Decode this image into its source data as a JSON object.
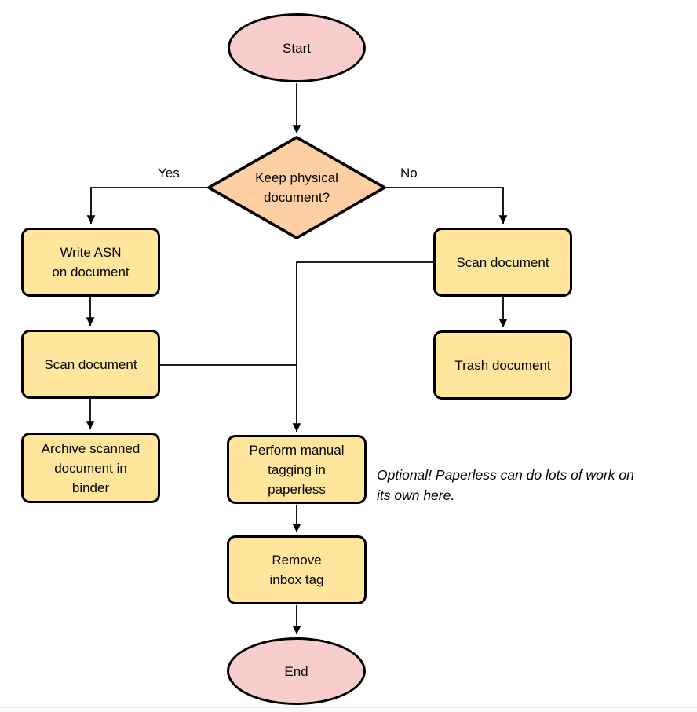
{
  "nodes": {
    "start": {
      "label": "Start",
      "type": "terminal"
    },
    "decision": {
      "label": "Keep physical\ndocument?",
      "type": "decision"
    },
    "write_asn": {
      "label": "Write ASN\non document",
      "type": "process"
    },
    "scan_left": {
      "label": "Scan document",
      "type": "process"
    },
    "archive": {
      "label": "Archive scanned\ndocument in\nbinder",
      "type": "process"
    },
    "scan_right": {
      "label": "Scan document",
      "type": "process"
    },
    "trash": {
      "label": "Trash document",
      "type": "process"
    },
    "tagging": {
      "label": "Perform manual\ntagging in\npaperless",
      "type": "process"
    },
    "remove_inbox": {
      "label": "Remove\ninbox tag",
      "type": "process"
    },
    "end": {
      "label": "End",
      "type": "terminal"
    }
  },
  "edge_labels": {
    "yes": "Yes",
    "no": "No"
  },
  "annotation": {
    "text": "Optional! Paperless can do lots of work on\nits own here."
  },
  "colors": {
    "terminal_fill": "#F8CECC",
    "decision_fill": "#FFCFA4",
    "process_fill": "#FFE69C",
    "stroke": "#000000"
  }
}
